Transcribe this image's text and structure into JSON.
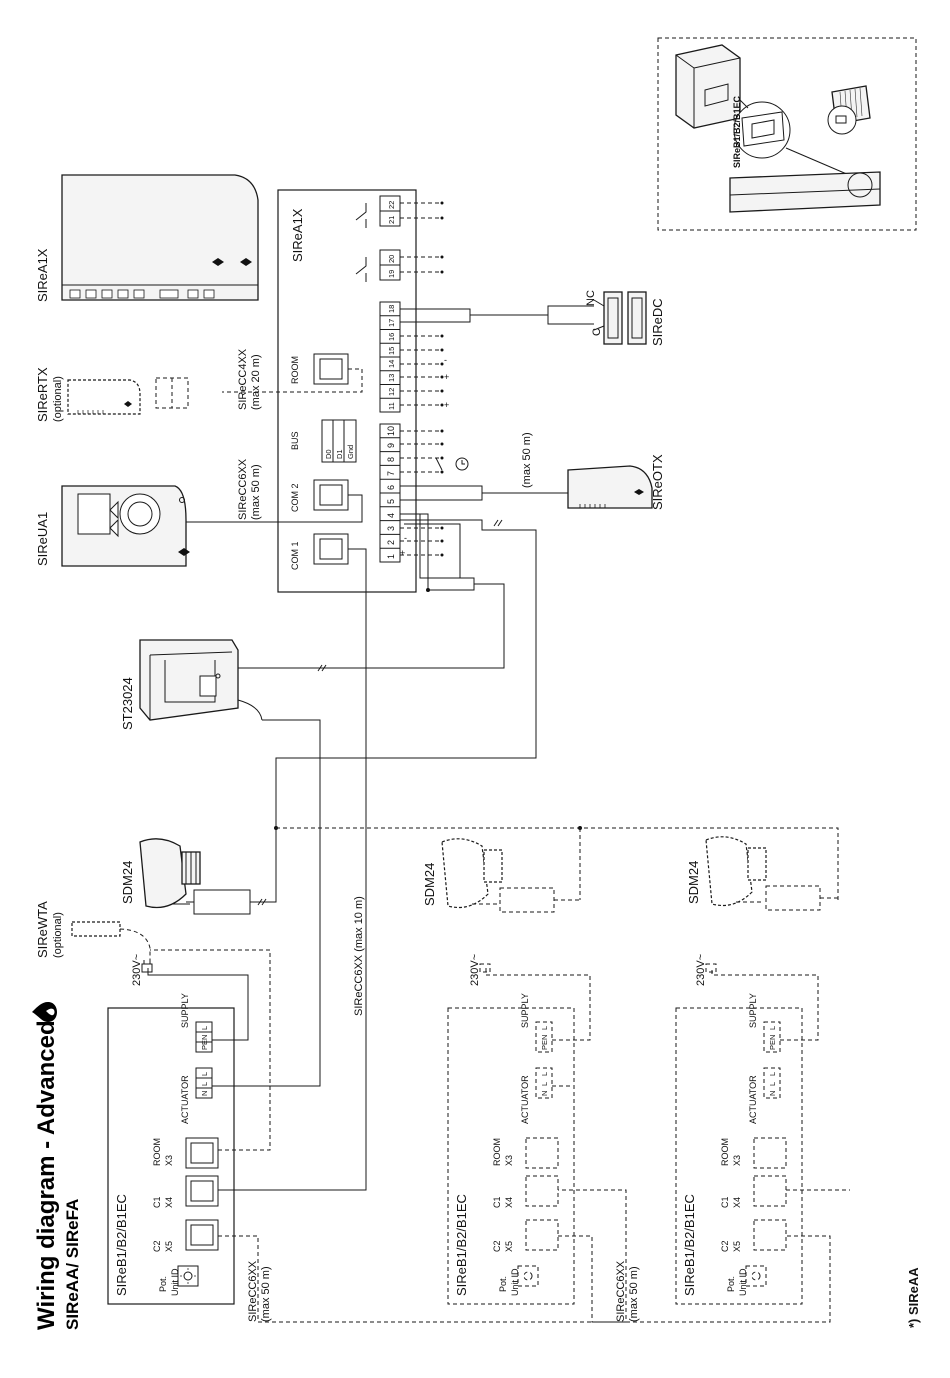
{
  "title": "Wiring diagram - Advanced",
  "subtitle": "SIReAA/ SIReFA",
  "footnote": "*) SIReAA",
  "devices": {
    "sirea1x": "SIReA1X",
    "sirertx": "SIReRTX",
    "sirertx_note": "(optional)",
    "sireua1": "SIReUA1",
    "st23024": "ST23024",
    "sdm24": "SDM24",
    "sirewta": "SIReWTA",
    "sirewta_note": "(optional)",
    "siredc": "SIReDC",
    "sireotx": "SIReOTX",
    "sireb_inset": "SIReB1/B2/B1EC"
  },
  "cables": {
    "cc4_label": "SIReCC4XX",
    "cc4_len": "(max 20 m)",
    "cc6_label": "SIReCC6XX",
    "cc6_len": "(max 50 m)",
    "cc6_main": "SIReCC6XX (max 10 m)",
    "sensor_len": "(max 50 m)",
    "v230": "230V~"
  },
  "controller": {
    "name": "SIReA1X",
    "room": "ROOM",
    "bus": "BUS",
    "com1": "COM 1",
    "com2": "COM 2",
    "bus_pins": [
      "D0",
      "D1",
      "Gnd"
    ],
    "terminals_a": [
      "1",
      "2",
      "3",
      "4",
      "5",
      "6",
      "7",
      "8",
      "9",
      "10"
    ],
    "terminals_b": [
      "11",
      "12",
      "13",
      "14",
      "15",
      "16",
      "17",
      "18"
    ],
    "relay1": [
      "19",
      "20"
    ],
    "relay2": [
      "21",
      "22"
    ],
    "dc_nc": "NC",
    "dc_c": "C"
  },
  "modules": {
    "name": "SIReB1/B2/B1EC",
    "supply": "SUPPLY",
    "actuator": "ACTUATOR",
    "room": "ROOM",
    "x3": "X3",
    "c1": "C1",
    "x4": "X4",
    "c2": "C2",
    "x5": "X5",
    "pot": "Pot.",
    "unit_id": "Unit ID",
    "supply_pins": [
      "PE",
      "N",
      "L"
    ],
    "actuator_pins": [
      "N",
      "L",
      "L"
    ]
  }
}
